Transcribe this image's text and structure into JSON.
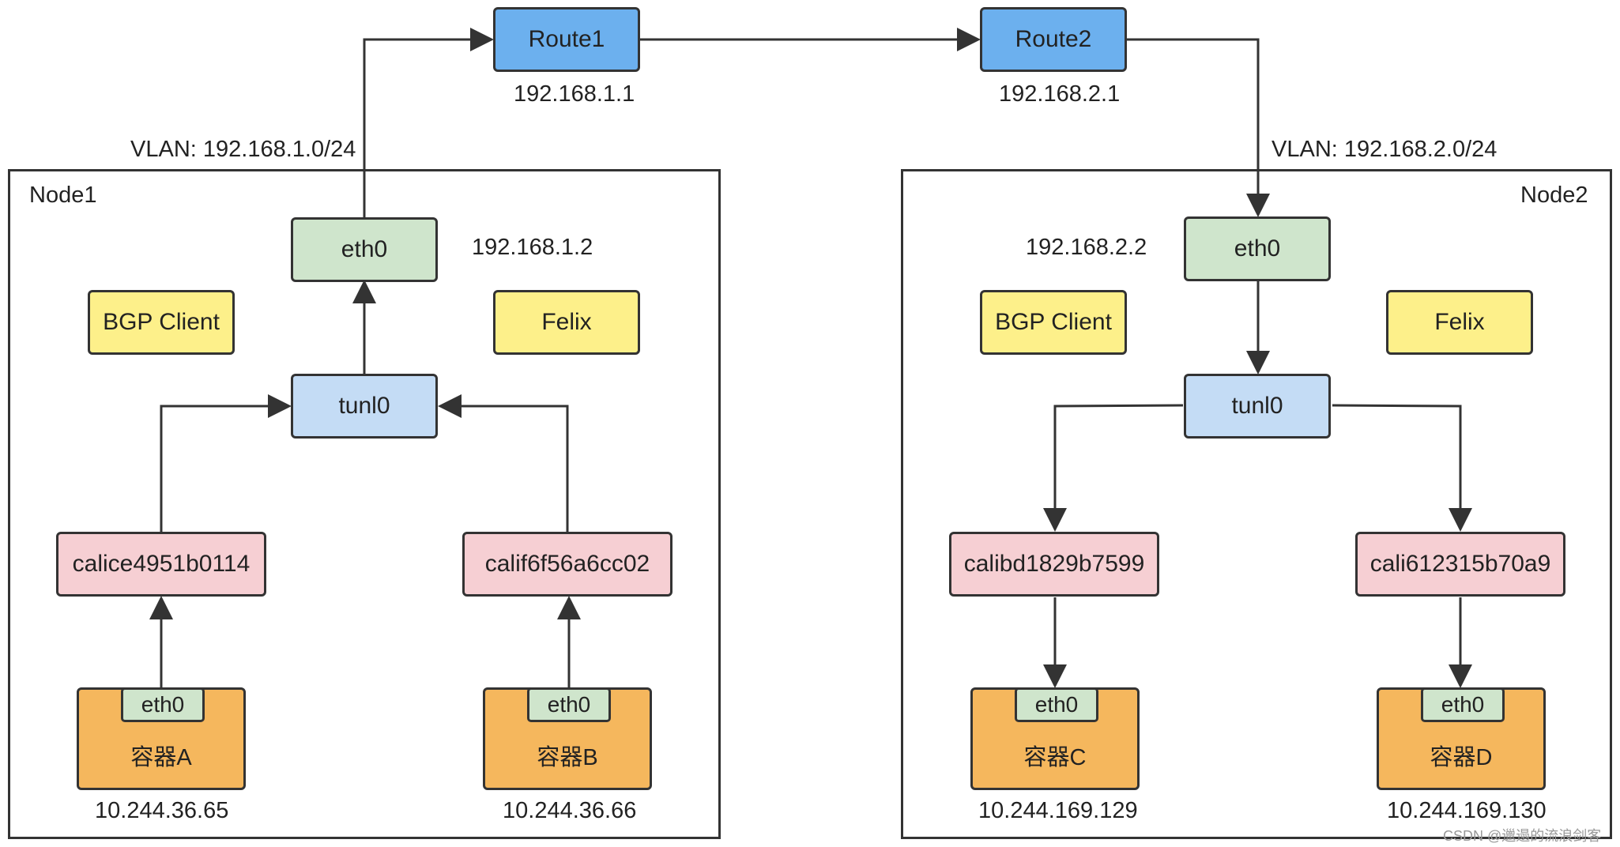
{
  "routers": {
    "route1": {
      "label": "Route1",
      "ip": "192.168.1.1"
    },
    "route2": {
      "label": "Route2",
      "ip": "192.168.2.1"
    }
  },
  "node1": {
    "title": "Node1",
    "vlan": "VLAN: 192.168.1.0/24",
    "eth0": "eth0",
    "eth0_ip": "192.168.1.2",
    "bgp": "BGP Client",
    "felix": "Felix",
    "tunl0": "tunl0",
    "cali_a": "calice4951b0114",
    "cali_b": "calif6f56a6cc02",
    "container_a": {
      "eth": "eth0",
      "name": "容器A",
      "ip": "10.244.36.65"
    },
    "container_b": {
      "eth": "eth0",
      "name": "容器B",
      "ip": "10.244.36.66"
    }
  },
  "node2": {
    "title": "Node2",
    "vlan": "VLAN: 192.168.2.0/24",
    "eth0": "eth0",
    "eth0_ip": "192.168.2.2",
    "bgp": "BGP Client",
    "felix": "Felix",
    "tunl0": "tunl0",
    "cali_c": "calibd1829b7599",
    "cali_d": "cali612315b70a9",
    "container_c": {
      "eth": "eth0",
      "name": "容器C",
      "ip": "10.244.169.129"
    },
    "container_d": {
      "eth": "eth0",
      "name": "容器D",
      "ip": "10.244.169.130"
    }
  },
  "watermark": "CSDN @邋遢的流浪剑客",
  "colors": {
    "router": "#6cb0ee",
    "eth": "#cfe5cc",
    "bgp_felix": "#fdf08a",
    "tunl": "#c4dcf5",
    "cali": "#f6cfd3",
    "container": "#f5b75d",
    "line": "#333333"
  }
}
